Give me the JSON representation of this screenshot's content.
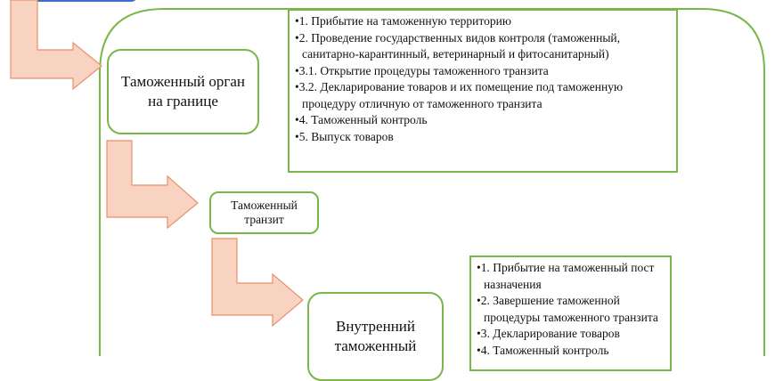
{
  "nodes": {
    "border_office": "Таможенный орган на границе",
    "transit": "Таможенный транзит",
    "inland_office": "Внутренний таможенный"
  },
  "border_steps": [
    "•1.    Прибытие на таможенную территорию",
    "•2.    Проведение государственных видов контроля (таможенный, санитарно-карантинный, ветеринарный и фитосанитарный)",
    "•3.1.  Открытие процедуры таможенного транзита",
    "•3.2.  Декларирование товаров и их помещение под таможенную процедуру отличную от таможенного транзита",
    "•4.    Таможенный контроль",
    "•5.    Выпуск товаров"
  ],
  "inland_steps": [
    "•1.    Прибытие на таможенный пост назначения",
    "•2.    Завершение таможенной процедуры таможенного транзита",
    "•3.   Декларирование товаров",
    "•4.   Таможенный контроль"
  ],
  "colors": {
    "green": "#7ab648",
    "arrow_fill": "#f8d3c2",
    "arrow_stroke": "#e8906a",
    "blue": "#3f6fc4"
  }
}
